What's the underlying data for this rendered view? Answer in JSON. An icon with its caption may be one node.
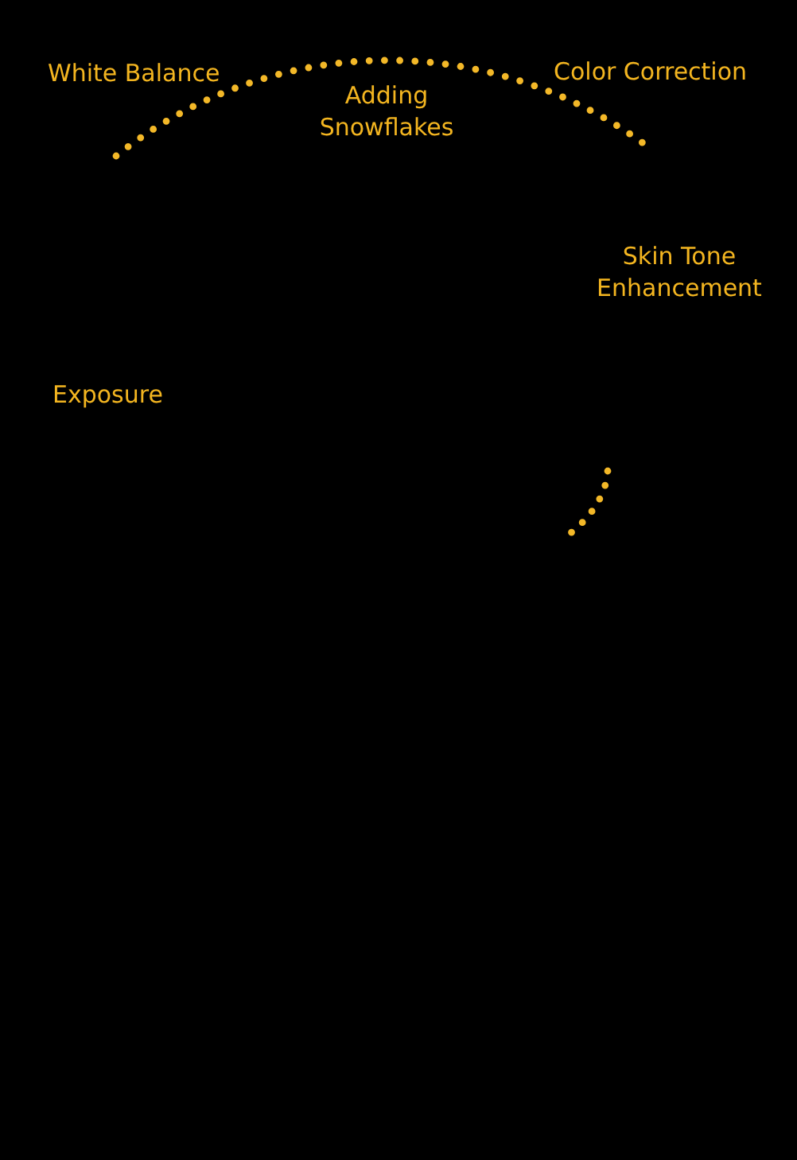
{
  "diagram": {
    "labels": [
      "White Balance",
      "Adding Snowflakes",
      "Color Correction",
      "Skin Tone Enhancement",
      "Exposure"
    ]
  }
}
